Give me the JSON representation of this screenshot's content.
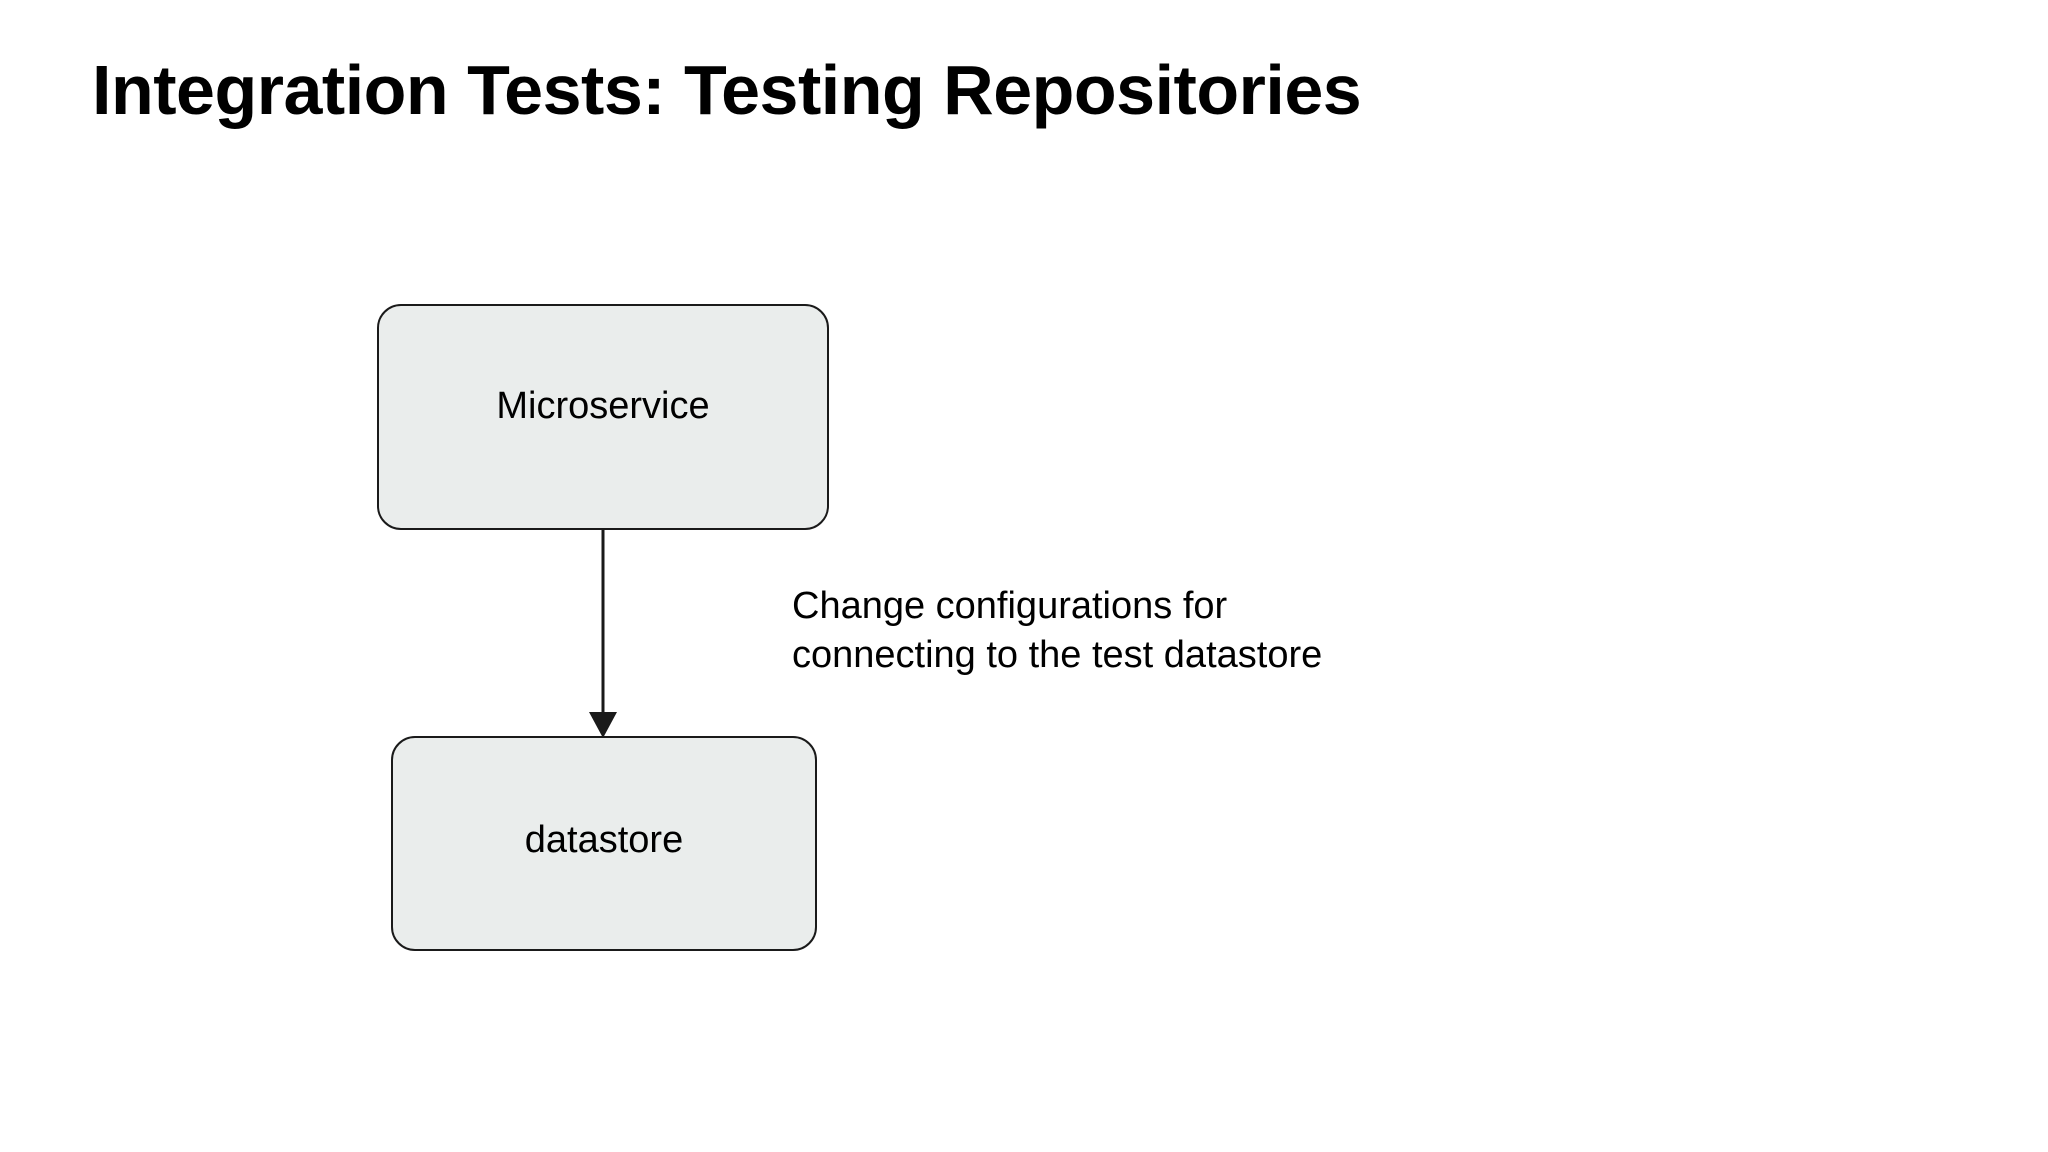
{
  "slide": {
    "title": "Integration Tests: Testing Repositories",
    "background_color": "#ffffff"
  },
  "diagram": {
    "type": "flow",
    "node_fill_color": "#eaedec",
    "node_border_color": "#1a1a1a",
    "connector_color": "#1a1a1a",
    "nodes": [
      {
        "id": "microservice",
        "label": "Microservice",
        "shape": "rounded-rectangle"
      },
      {
        "id": "datastore",
        "label": "datastore",
        "shape": "rounded-rectangle"
      }
    ],
    "edges": [
      {
        "id": "microservice-to-datastore",
        "from": "microservice",
        "to": "datastore",
        "direction": "down",
        "arrowhead": "solid-triangle"
      }
    ],
    "annotations": [
      {
        "id": "config-note",
        "text": "Change configurations for\nconnecting to the test datastore",
        "line1": "Change configurations for",
        "line2": "connecting to the test datastore",
        "attached_to": "microservice-to-datastore"
      }
    ]
  }
}
